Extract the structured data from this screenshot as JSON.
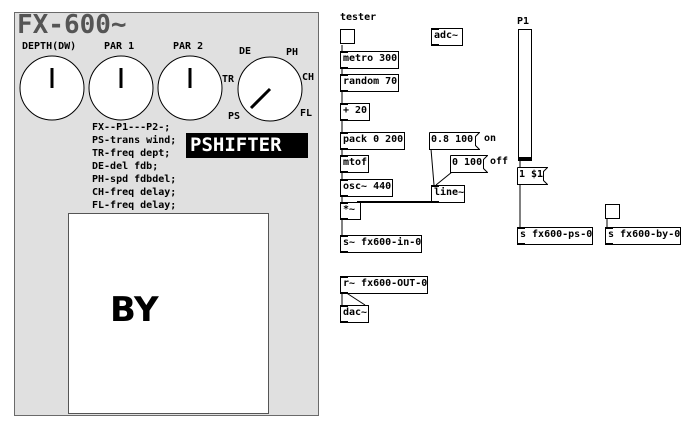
{
  "title": "FX-600~",
  "knobs": [
    {
      "label": "DEPTH(DW)",
      "value": 0.5
    },
    {
      "label": "PAR 1",
      "value": 0.5
    },
    {
      "label": "PAR 2",
      "value": 0.5
    }
  ],
  "selector": {
    "labels": {
      "de": "DE",
      "ph": "PH",
      "tr": "TR",
      "ch": "CH",
      "ps": "PS",
      "fl": "FL"
    },
    "selected": "PS"
  },
  "descriptions": [
    "FX--P1---P2-;",
    "PS-trans wind;",
    "TR-freq dept;",
    "DE-del fdb;",
    "PH-spd fdbdel;",
    "CH-freq delay;",
    "FL-freq delay;"
  ],
  "mode_badge": "PSHIFTER",
  "by_label": "BY",
  "patch": {
    "tester_label": "tester",
    "metro": "metro 300",
    "random": "random 70",
    "plus": "+ 20",
    "pack": "pack 0 200",
    "mtof": "mtof",
    "osc": "osc~ 440",
    "mult": "*~",
    "send_in": "s~ fx600-in-0",
    "adc": "adc~",
    "msg_on": "0.8 100",
    "msg_off": "0 100",
    "on_label": "on",
    "off_label": "off",
    "line": "line~",
    "p1_label": "P1",
    "p1_value": 0.0,
    "msg_dollar": "1 $1",
    "send_ps": "s fx600-ps-0",
    "send_by": "s fx600-by-0",
    "receive_out": "r~ fx600-OUT-0",
    "dac": "dac~"
  }
}
